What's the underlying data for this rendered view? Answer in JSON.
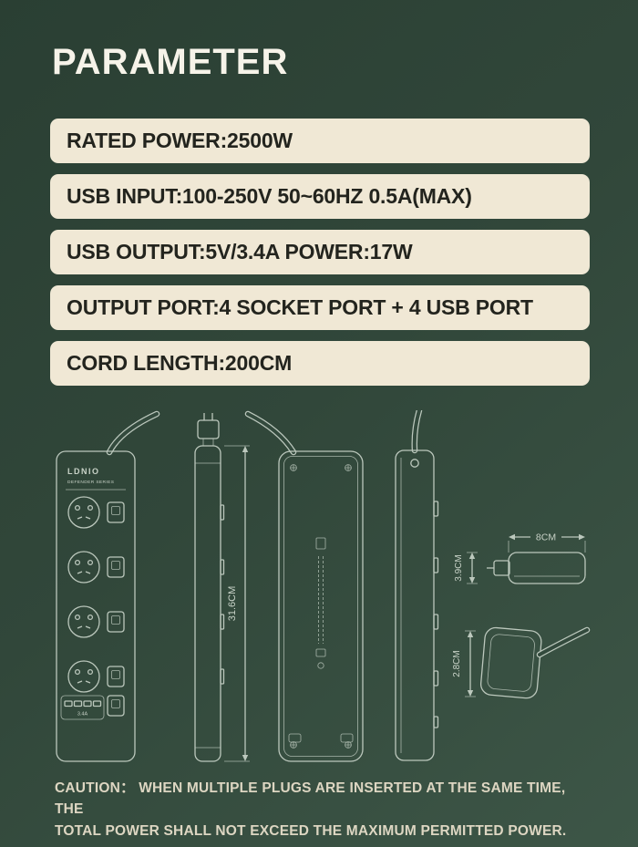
{
  "page": {
    "title": "PARAMETER"
  },
  "specs": [
    {
      "id": "rated-power",
      "label": "RATED POWER:2500W"
    },
    {
      "id": "usb-input",
      "label": "USB INPUT:100-250V  50~60HZ 0.5A(MAX)"
    },
    {
      "id": "usb-output",
      "label": "USB OUTPUT:5V/3.4A  POWER:17W"
    },
    {
      "id": "output-port",
      "label": "OUTPUT PORT:4 SOCKET PORT + 4 USB PORT"
    },
    {
      "id": "cord-length",
      "label": "CORD LENGTH:200CM"
    }
  ],
  "diagram": {
    "brand": "LDNIO",
    "series": "DEFENDER SERIES",
    "usb_rating": "3.4A",
    "dim_length": "31.6CM",
    "dim_width": "8CM",
    "dim_height": "3.9CM",
    "dim_thickness": "2.8CM"
  },
  "caution": {
    "line1": "CAUTION：  WHEN MULTIPLE PLUGS ARE INSERTED AT THE SAME TIME, THE",
    "line2": "TOTAL POWER SHALL NOT EXCEED THE MAXIMUM PERMITTED POWER."
  },
  "colors": {
    "background": "#31473a",
    "spec_bar": "#f0e8d5",
    "spec_text": "#23241e",
    "title_text": "#f6f3e9",
    "line_art": "#bcc8bd",
    "caution_text": "#ddd6c2"
  }
}
